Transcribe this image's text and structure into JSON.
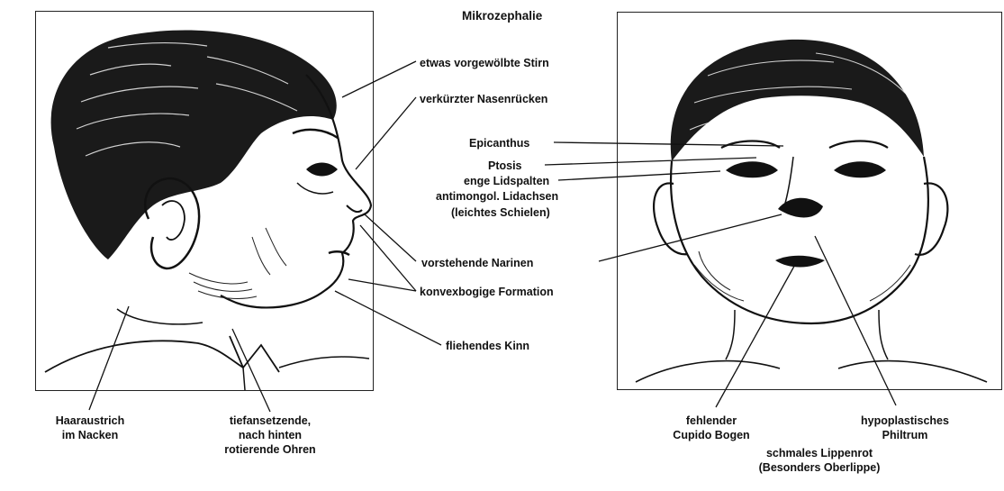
{
  "title": "Mikrozephalie",
  "labels": {
    "stirn": "etwas vorgewölbte Stirn",
    "nasenruecken": "verkürzter Nasenrücken",
    "epicanthus": "Epicanthus",
    "ptosis": "Ptosis",
    "lidspalten": "enge Lidspalten",
    "lidachsen": "antimongol. Lidachsen",
    "schielen": "(leichtes Schielen)",
    "narinen": "vorstehende Narinen",
    "formation": "konvexbogige Formation",
    "kinn": "fliehendes Kinn",
    "haaraustrich_1": "Haaraustrich",
    "haaraustrich_2": "im Nacken",
    "ohren_1": "tiefansetzende,",
    "ohren_2": "nach hinten",
    "ohren_3": "rotierende Ohren",
    "cupido_1": "fehlender",
    "cupido_2": "Cupido Bogen",
    "philtrum_1": "hypoplastisches",
    "philtrum_2": "Philtrum",
    "lippenrot_1": "schmales Lippenrot",
    "lippenrot_2": "(Besonders Oberlippe)"
  }
}
